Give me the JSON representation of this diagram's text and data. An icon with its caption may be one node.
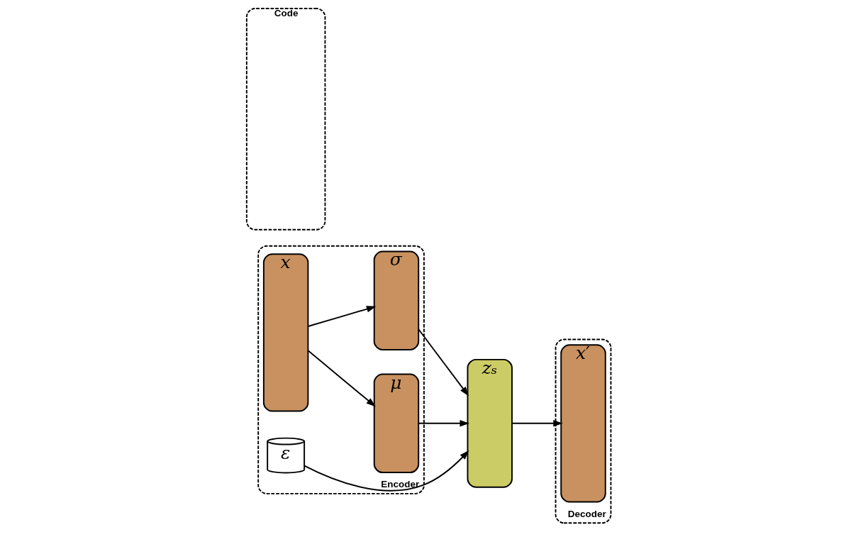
{
  "diagram": {
    "nodes": [
      {
        "text": [
          "Encoder"
        ]
      },
      {
        "text": [
          "Code"
        ]
      },
      {
        "text": [
          "Decoder"
        ]
      },
      {
        "text": [
          "x"
        ],
        "in": 0
      },
      {
        "text": [
          "μ"
        ],
        "in": 0
      },
      {
        "text": [
          "σ"
        ],
        "in": 0
      },
      {
        "text": [
          "ε"
        ],
        "in": 0
      },
      {
        "text": [
          "zₛ"
        ]
      },
      {
        "text": [
          "x′"
        ],
        "in": 2
      }
    ],
    "edges": [
      {
        "from": 3,
        "to": 4,
        "arrow": "to"
      },
      {
        "from": 3,
        "to": 5,
        "arrow": "to"
      },
      {
        "from": 4,
        "to": 7,
        "arrow": "to"
      },
      {
        "from": 5,
        "to": 7,
        "arrow": "to"
      },
      {
        "from": 6,
        "to": 7,
        "arrow": "to"
      },
      {
        "from": 7,
        "to": 8,
        "arrow": "to"
      }
    ]
  }
}
